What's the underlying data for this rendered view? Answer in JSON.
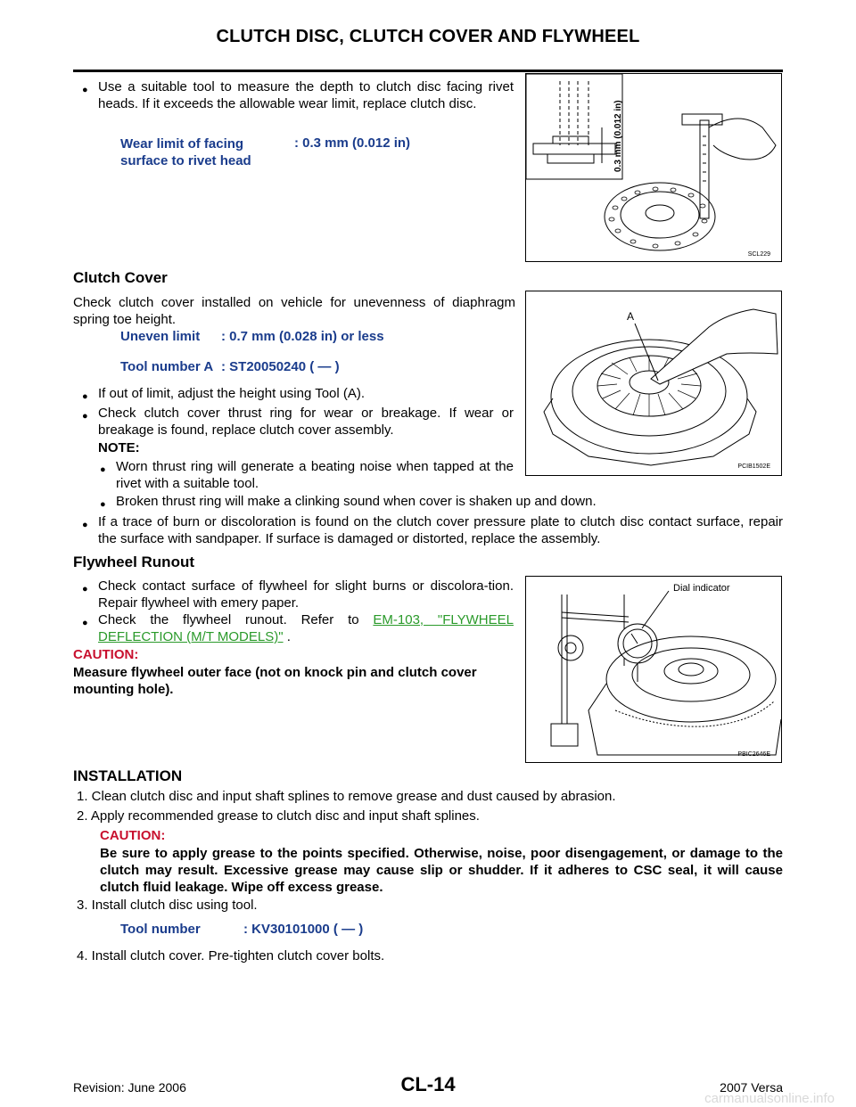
{
  "header": {
    "title": "CLUTCH DISC, CLUTCH COVER AND FLYWHEEL"
  },
  "wear": {
    "text": "Use a suitable tool to measure the depth to clutch disc facing rivet heads. If it exceeds the allowable wear limit, replace clutch disc.",
    "spec_label_1": "Wear limit of facing",
    "spec_label_2": "surface to rivet head",
    "spec_value": ": 0.3 mm (0.012 in)",
    "fig_dim_label": "0.3 mm (0.012 in)",
    "fig_code": "SCL229"
  },
  "cover": {
    "heading": "Clutch Cover",
    "intro": "Check clutch cover installed on vehicle for unevenness of diaphragm spring toe height.",
    "spec1_label": "Uneven limit",
    "spec1_value": ": 0.7 mm (0.028 in) or less",
    "spec2_label": "Tool number A",
    "spec2_value": ": ST20050240 (     —     )",
    "bullet1": "If out of limit, adjust the height using Tool (A).",
    "bullet2": "Check clutch cover thrust ring for wear or breakage. If wear or breakage is found, replace clutch cover assembly.",
    "note_label": "NOTE:",
    "note1": "Worn thrust ring will generate a beating noise when tapped at the rivet with a suitable tool.",
    "note2": "Broken thrust ring will make a clinking sound when cover is shaken up and down.",
    "bullet3": "If a trace of burn or discoloration is found on the clutch cover pressure plate to clutch disc contact surface, repair the surface with sandpaper. If surface is damaged or distorted, replace the assembly.",
    "fig_label": "A",
    "fig_code": "PCIB1502E"
  },
  "flywheel": {
    "heading": "Flywheel Runout",
    "bullet1": "Check contact surface of flywheel for slight burns or discolora-tion. Repair flywheel with emery paper.",
    "bullet2_pre": "Check the flywheel runout. Refer to ",
    "bullet2_link": "EM-103, \"FLYWHEEL DEFLECTION (M/T MODELS)\"",
    "bullet2_post": " .",
    "caution_label": "CAUTION:",
    "caution_text": "Measure flywheel outer face (not on knock pin and clutch cover mounting hole).",
    "fig_label": "Dial indicator",
    "fig_code": "PBIC2646E"
  },
  "installation": {
    "heading": "INSTALLATION",
    "step1": "1.  Clean clutch disc and input shaft splines to remove grease and dust caused by abrasion.",
    "step2": "2.  Apply recommended grease to clutch disc and input shaft splines.",
    "caution_label": "CAUTION:",
    "caution_text": "Be sure to apply grease to the points specified. Otherwise, noise, poor disengagement, or damage to the clutch may result. Excessive grease may cause slip or shudder. If it adheres to CSC seal, it will cause clutch fluid leakage. Wipe off excess grease.",
    "step3": "3.  Install clutch disc using tool.",
    "tool_label": "Tool number",
    "tool_value": ": KV30101000 (     —     )",
    "step4": "4.  Install clutch cover. Pre-tighten clutch cover bolts."
  },
  "footer": {
    "page_number": "CL-14",
    "revision": "Revision: June 2006",
    "model": "2007 Versa",
    "watermark": "carmanualsonline.info"
  },
  "colors": {
    "spec_blue": "#1a3c8c",
    "caution_red": "#c8102e",
    "link_green": "#2a9a2a"
  }
}
